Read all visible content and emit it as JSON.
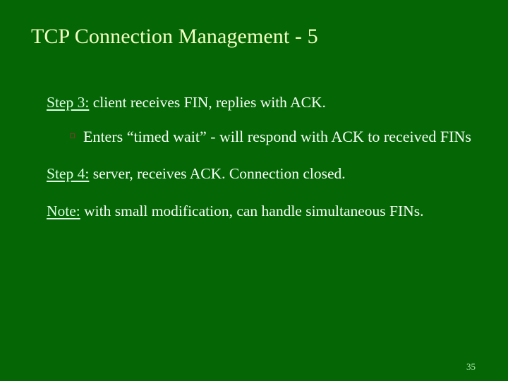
{
  "slide": {
    "title": "TCP Connection Management - 5",
    "background_color": "#056605",
    "title_color": "#F2FFC2",
    "body_color": "#F7FFF7",
    "lead_color": "#DCFFE4",
    "bullet_color": "#7C3B2C",
    "page_number_color": "#A8E8A8",
    "page_number": "35"
  },
  "content": {
    "step3": {
      "lead": "Step 3:",
      "text": " client receives FIN, replies with ACK."
    },
    "sub_bullets": [
      {
        "marker": "square-outline-bullet",
        "text": "Enters “timed wait” - will respond with ACK to received FINs"
      }
    ],
    "step4": {
      "lead": "Step 4:",
      "text": " server, receives ACK.  Connection closed."
    },
    "note": {
      "lead": "Note:",
      "text": " with small modification, can handle simultaneous FINs."
    }
  }
}
